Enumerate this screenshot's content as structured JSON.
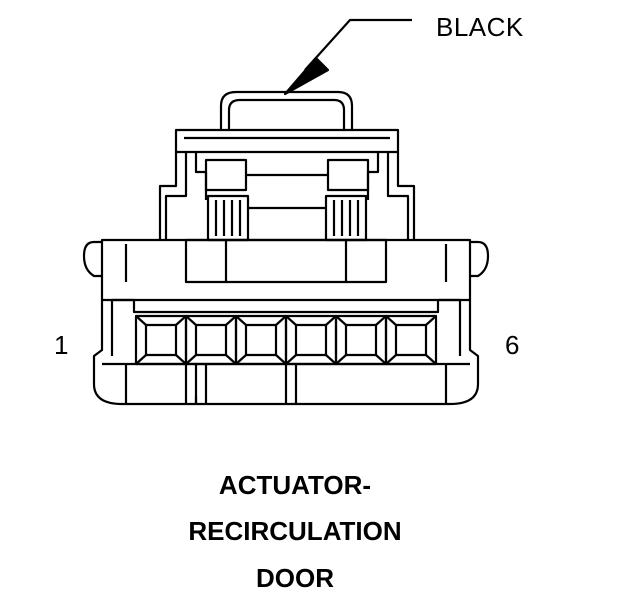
{
  "connector": {
    "color_callout": "BLACK",
    "pin_first": "1",
    "pin_last": "6",
    "cavity_count": 6
  },
  "caption": {
    "line1": "ACTUATOR-",
    "line2": "RECIRCULATION",
    "line3": "DOOR"
  }
}
